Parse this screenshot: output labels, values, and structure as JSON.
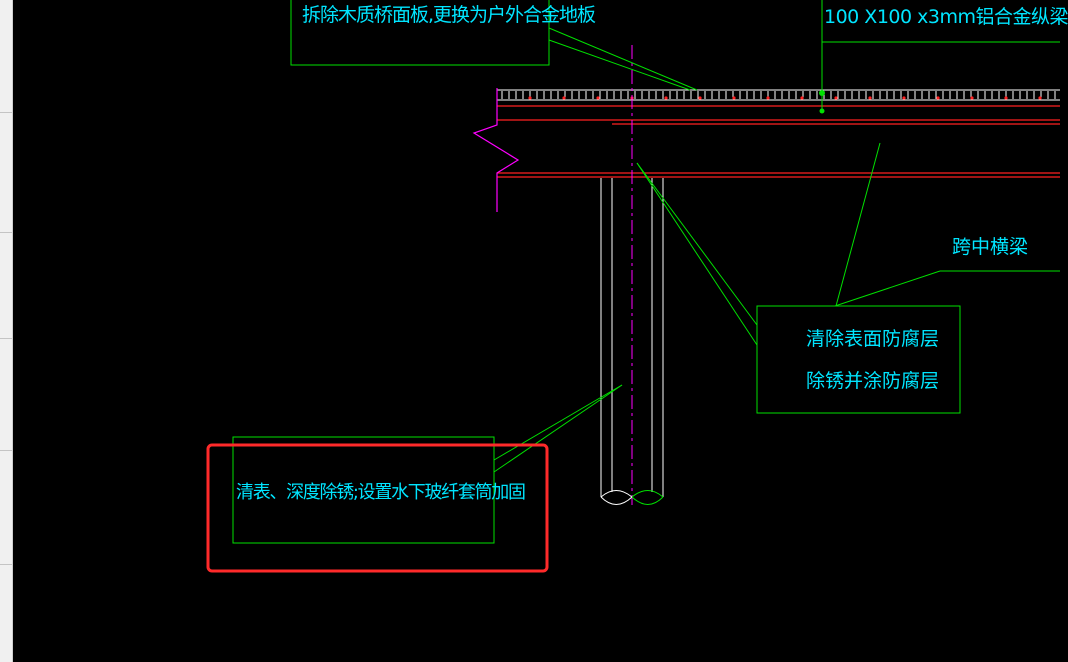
{
  "annotations": {
    "deck": "拆除木质桥面板,更换为户外合金地板",
    "beam": "100 X100 x3mm铝合金纵梁",
    "midspan": "跨中横梁",
    "coating_line1": "清除表面防腐层",
    "coating_line2": "除锈并涂防腐层",
    "pile": "清表、深度除锈;设置水下玻纤套筒加固"
  },
  "colors": {
    "background": "#000000",
    "leader": "#00e000",
    "text": "#00e5ff",
    "structure_red": "#ff2020",
    "centerline": "#ff00ff",
    "pile_outline": "#ffffff",
    "highlight": "#ff2a2a"
  }
}
